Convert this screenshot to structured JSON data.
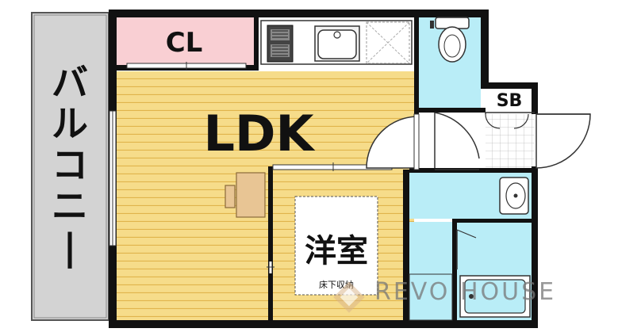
{
  "plan": {
    "balcony_label": "バルコニー",
    "closet_label": "CL",
    "ldk_label": "LDK",
    "shoe_box_label": "SB",
    "western_room_label": "洋室",
    "underfloor_storage_label": "床下収納",
    "watermark_text": "REVO HOUSE"
  },
  "colors": {
    "wall": "#111111",
    "floor_wood": "#f6dc8a",
    "floor_wood_line": "#e0b44c",
    "closet_pink": "#f9cfd3",
    "wet_area_blue": "#b9edf7",
    "balcony_gray": "#d3d3d3",
    "white": "#ffffff"
  }
}
